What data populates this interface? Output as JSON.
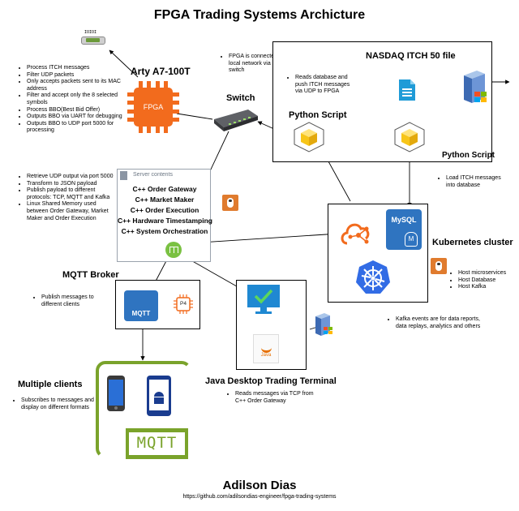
{
  "title": "FPGA Trading Systems Archicture",
  "author": "Adilson Dias",
  "repo_url": "https://github.com/adilsondias-engineer/fpga-trading-systems",
  "fpga": {
    "name": "Arty A7-100T",
    "chip_label": "FPGA",
    "io_label": "IOIOI",
    "notes": [
      "Process ITCH messages",
      "Filter UDP packets",
      "Only accepts packets sent to its MAC address",
      "Filter and accept only the 8 selected symbols",
      "Process BBO(Best Bid Offer)",
      "Outputs BBO via UART for debugging",
      "Outputs BBO to UDP port 5000 for processing"
    ]
  },
  "switch": {
    "name": "Switch",
    "note": "FPGA is connected to local network via switch"
  },
  "nasdaq": {
    "name": "NASDAQ ITCH 50 file",
    "python1": "Python Script",
    "python2": "Python Script",
    "note": "Reads database and push ITCH messages via UDP to FPGA",
    "load_note": "Load ITCH messages into database"
  },
  "server": {
    "header": "Server contents",
    "items": [
      "C++ Order Gateway",
      "C++ Market Maker",
      "C++ Order Execution",
      "C++ Hardware Timestamping",
      "C++ System Orchestration"
    ],
    "notes": [
      "Retrieve UDP output via port 5000",
      "Transform to JSON payload",
      "Publish payload to different protocols: TCP, MQTT and Kafka",
      "Linux Shared Memory used between Order Gateway, Market Maker and Order Execution"
    ]
  },
  "kubernetes": {
    "name": "Kubernetes cluster",
    "db_label": "MySQL",
    "notes": [
      "Host microservices",
      "Host Database",
      "Host Kafka"
    ],
    "kafka_note": "Kafka events are for data reports, data replays, analytics and others"
  },
  "mqtt": {
    "name": "MQTT Broker",
    "icon_text": "MQTT",
    "p4_text": "P4",
    "note": "Publish messages to different clients"
  },
  "java": {
    "name": "Java Desktop Trading Terminal",
    "java_text": "Java",
    "note": "Reads messages via TCP from C++ Order Gateway"
  },
  "clients": {
    "name": "Multiple clients",
    "mqtt_text": "MQTT",
    "note": "Subscribes to messages and display on different formats"
  },
  "colors": {
    "fpga_orange": "#f26b1d",
    "aws_orange": "#e07b2e",
    "python_yellow": "#f7c518",
    "mqtt_blue": "#2f74c0",
    "k8s_blue": "#326ce5",
    "mqtt_green": "#7aa32b",
    "java_green": "#2bb34a"
  }
}
